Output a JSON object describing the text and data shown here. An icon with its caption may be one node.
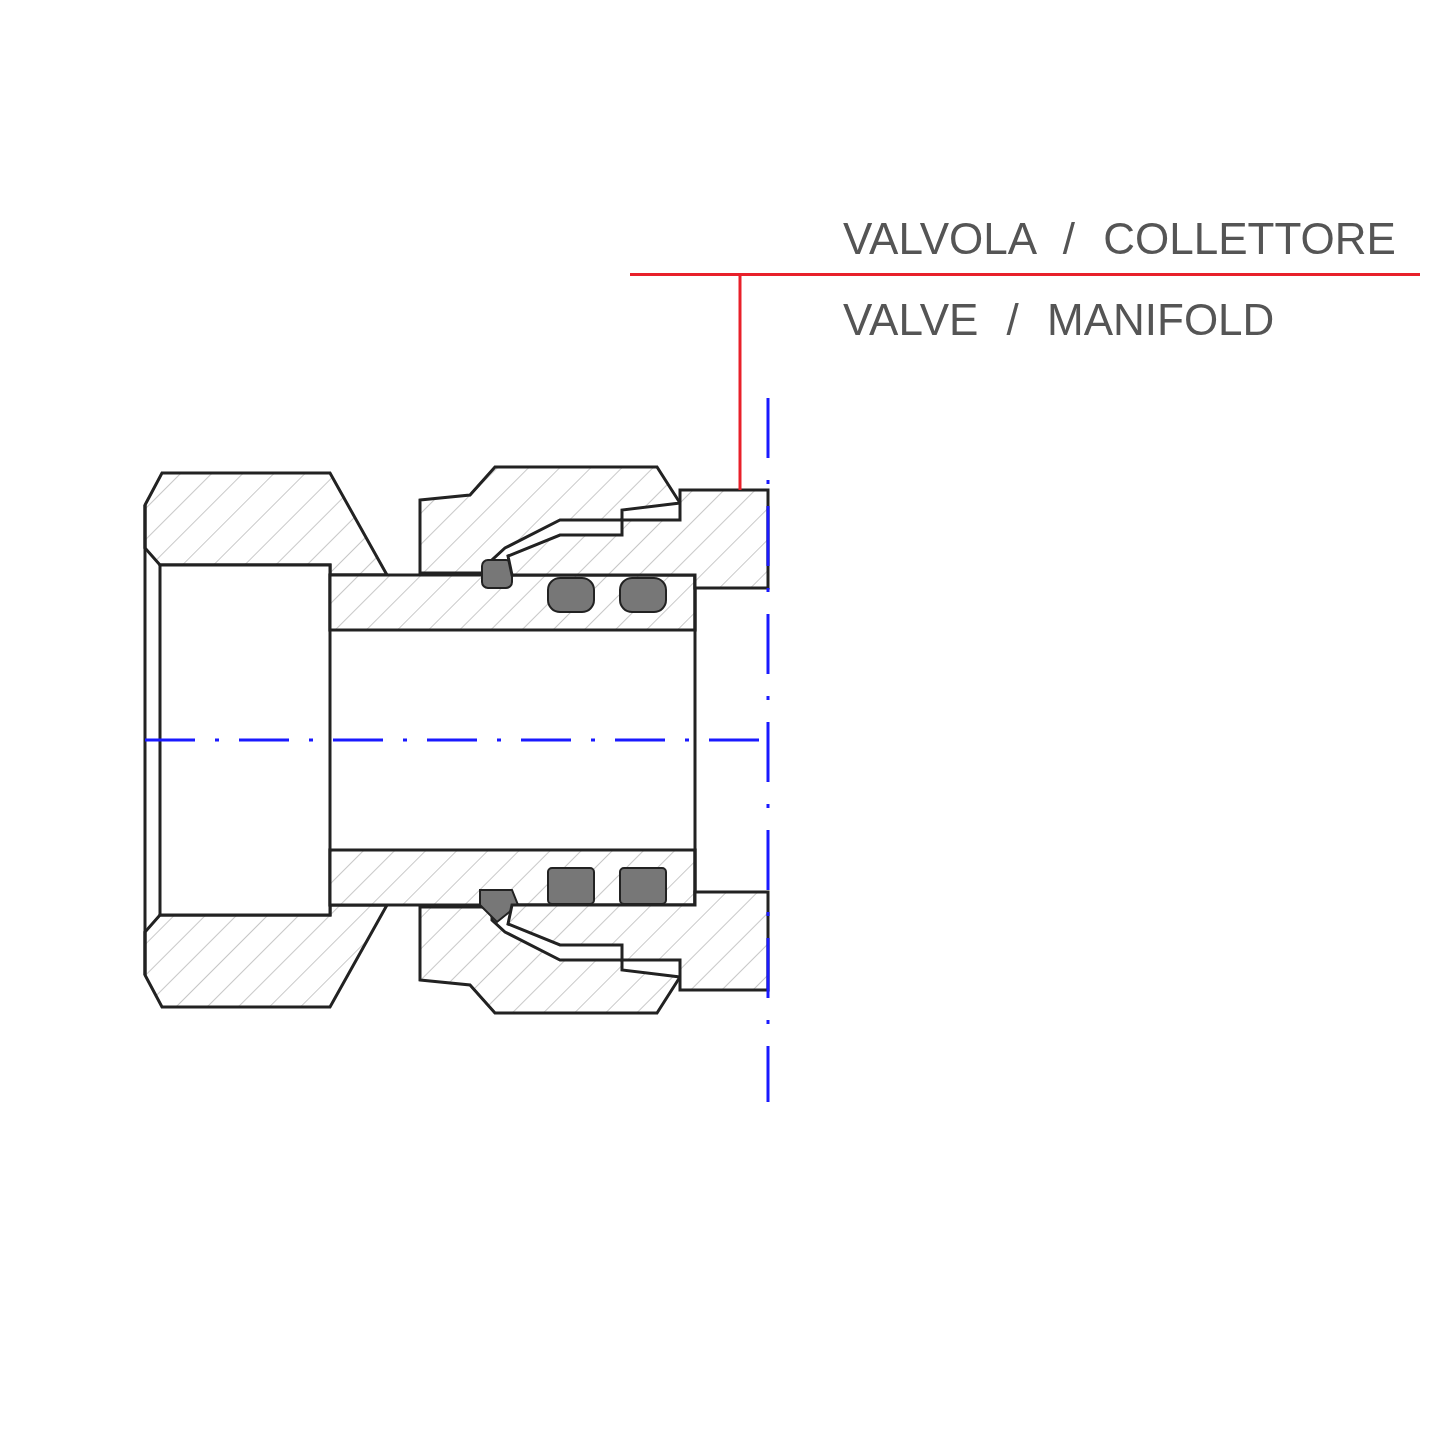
{
  "diagram": {
    "nodes": [
      {
        "text": [
          "VALVOLA / COLLETTORE"
        ],
        "beside": [
          "VALVE / MANIFOLD"
        ]
      },
      {
        "text": [],
        "shape": "picture"
      }
    ],
    "edges": [
      {
        "from": 0,
        "to": 1,
        "arrow": "none"
      }
    ]
  }
}
